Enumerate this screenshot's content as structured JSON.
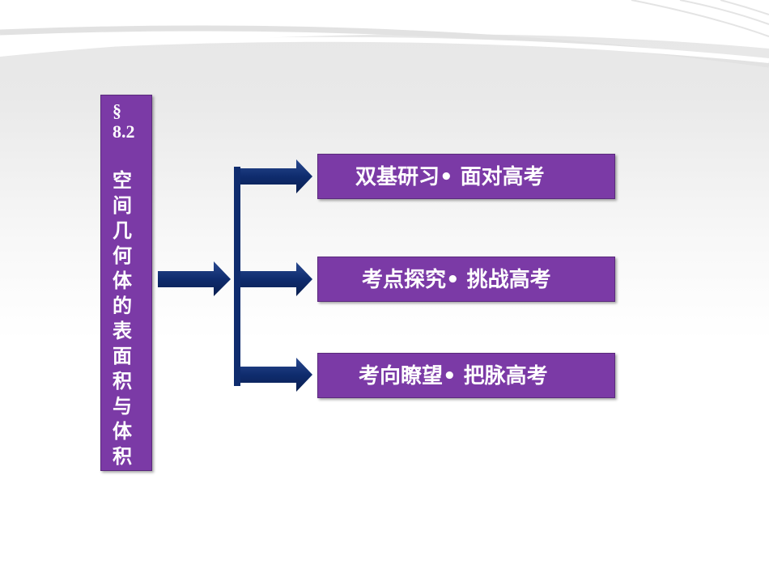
{
  "section": {
    "mark": "§",
    "number": "8.2",
    "title": "空间几何体的表面积与体积"
  },
  "items": [
    {
      "label": "双基研习• 面对高考"
    },
    {
      "label": "考点探究• 挑战高考"
    },
    {
      "label": "考向瞭望• 把脉高考"
    }
  ],
  "colors": {
    "box": "#7b3aa6",
    "arrow": "#0f2c6e"
  }
}
